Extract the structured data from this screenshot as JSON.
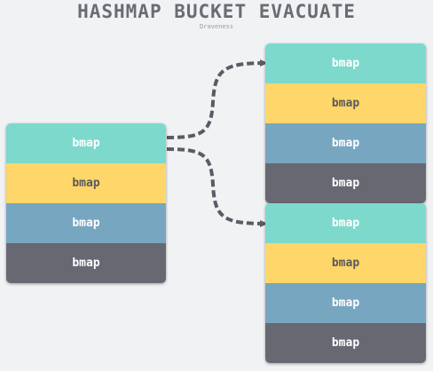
{
  "header": {
    "title": "HASHMAP BUCKET EVACUATE",
    "subtitle": "Draveness"
  },
  "old_bucket": {
    "cells": [
      {
        "label": "bmap",
        "color": "#7dd9cc"
      },
      {
        "label": "bmap",
        "color": "#fed669"
      },
      {
        "label": "bmap",
        "color": "#77a6c0"
      },
      {
        "label": "bmap",
        "color": "#686873"
      }
    ]
  },
  "new_bucket_x": {
    "cells": [
      {
        "label": "bmap",
        "color": "#7dd9cc"
      },
      {
        "label": "bmap",
        "color": "#fed669"
      },
      {
        "label": "bmap",
        "color": "#77a6c0"
      },
      {
        "label": "bmap",
        "color": "#686873"
      }
    ]
  },
  "new_bucket_y": {
    "cells": [
      {
        "label": "bmap",
        "color": "#7dd9cc"
      },
      {
        "label": "bmap",
        "color": "#fed669"
      },
      {
        "label": "bmap",
        "color": "#77a6c0"
      },
      {
        "label": "bmap",
        "color": "#686873"
      }
    ]
  },
  "arrow_color": "#5b5b66"
}
